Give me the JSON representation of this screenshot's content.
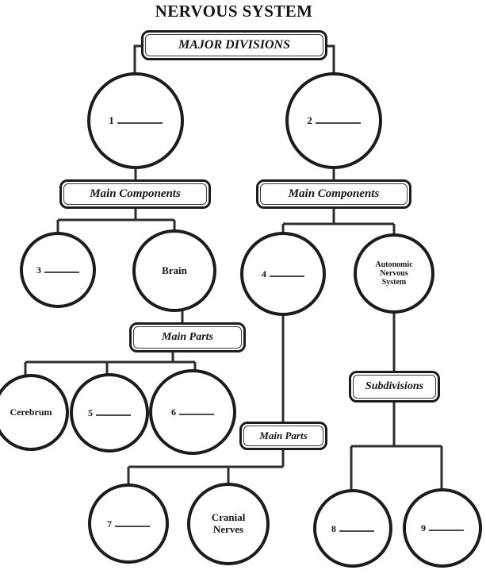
{
  "diagram": {
    "title": "NERVOUS SYSTEM",
    "ink_color": "#1c1c1c",
    "line_color": "#2e2e2e",
    "background_color": "#ffffff",
    "boxes": {
      "major_divisions": {
        "label": "MAJOR DIVISIONS"
      },
      "main_components_left": {
        "label": "Main Components"
      },
      "main_components_right": {
        "label": "Main Components"
      },
      "main_parts_left": {
        "label": "Main Parts"
      },
      "main_parts_right": {
        "label": "Main Parts"
      },
      "subdivisions": {
        "label": "Subdivisions"
      }
    },
    "circles": {
      "c1": {
        "number": "1",
        "value": ""
      },
      "c2": {
        "number": "2",
        "value": ""
      },
      "c3": {
        "number": "3",
        "value": ""
      },
      "c4": {
        "number": "4",
        "value": ""
      },
      "c5": {
        "number": "5",
        "value": ""
      },
      "c6": {
        "number": "6",
        "value": ""
      },
      "c7": {
        "number": "7",
        "value": ""
      },
      "c8": {
        "number": "8",
        "value": ""
      },
      "c9": {
        "number": "9",
        "value": ""
      },
      "brain": {
        "label": "Brain"
      },
      "autonomic": {
        "lines": [
          "Autonomic",
          "Nervous",
          "System"
        ]
      },
      "cerebrum": {
        "label": "Cerebrum"
      },
      "cranial_nerves": {
        "lines": [
          "Cranial",
          "Nerves"
        ]
      }
    }
  }
}
